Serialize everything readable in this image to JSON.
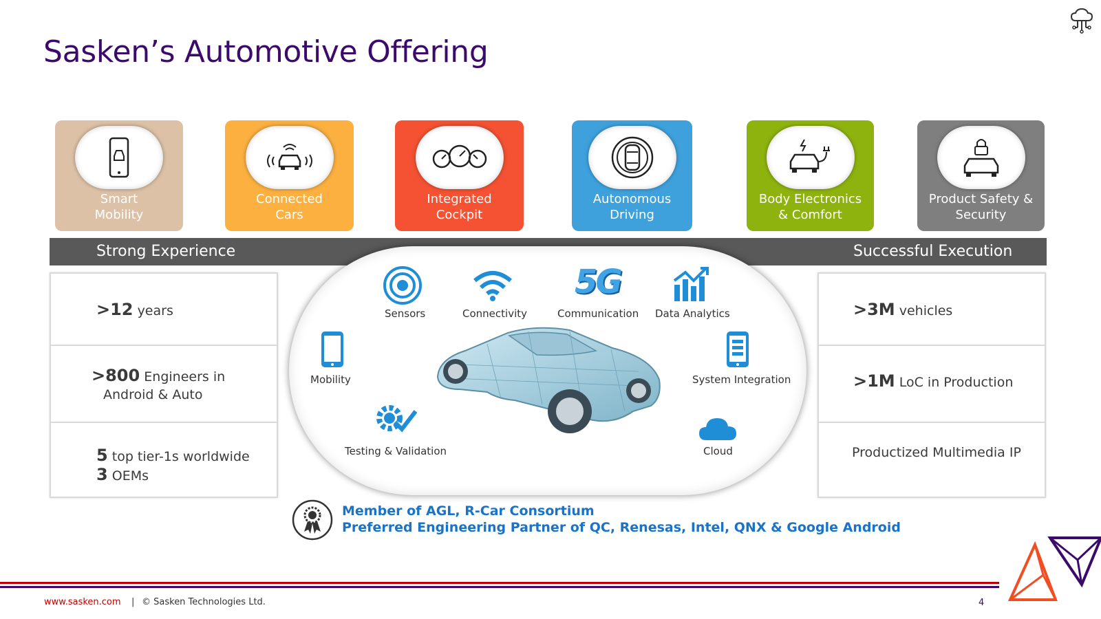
{
  "title": "Sasken’s Automotive Offering",
  "tiles": [
    {
      "label": "Smart\nMobility",
      "color": "#dcc1a6",
      "icon": "smartphone-car-icon"
    },
    {
      "label": "Connected\nCars",
      "color": "#fbb040",
      "icon": "connected-car-icon"
    },
    {
      "label": "Integrated\nCockpit",
      "color": "#f45232",
      "icon": "gauges-icon"
    },
    {
      "label": "Autonomous\nDriving",
      "color": "#3ea1dc",
      "icon": "autonomous-car-icon"
    },
    {
      "label": "Body Electronics\n& Comfort",
      "color": "#8eb30f",
      "icon": "electric-car-icon"
    },
    {
      "label": "Product Safety &\nSecurity",
      "color": "#7f7f7f",
      "icon": "car-lock-icon"
    }
  ],
  "band": {
    "left": "Strong Experience",
    "right": "Successful Execution"
  },
  "experience": [
    {
      "big": ">12",
      "text": "years",
      "line2": ""
    },
    {
      "big": ">800",
      "text": "Engineers in",
      "line2": "Android & Auto"
    },
    {
      "big": "5",
      "text": "top tier-1s worldwide",
      "big2": "3",
      "line2": "OEMs"
    }
  ],
  "execution": [
    {
      "big": ">3M",
      "text": "vehicles"
    },
    {
      "big": ">1M",
      "text": "LoC in Production"
    },
    {
      "big": "",
      "text": "Productized Multimedia IP"
    }
  ],
  "capabilities": {
    "sensors": "Sensors",
    "connectivity": "Connectivity",
    "communication": "Communication",
    "data_analytics": "Data Analytics",
    "mobility": "Mobility",
    "system_integration": "System Integration",
    "testing": "Testing & Validation",
    "cloud": "Cloud",
    "fiveg": "5G"
  },
  "membership": {
    "line1": "Member of AGL, R-Car Consortium",
    "line2": "Preferred Engineering Partner of QC, Renesas, Intel,  QNX & Google Android"
  },
  "footer": {
    "url": "www.sasken.com",
    "separator": "|",
    "copyright": "© Sasken Technologies Ltd.",
    "page": "4"
  },
  "colors": {
    "title": "#3b0a6b",
    "band": "#595959",
    "accent_blue": "#1a73c6",
    "footer_red": "#c00000",
    "footer_purple": "#3b0a6b"
  }
}
